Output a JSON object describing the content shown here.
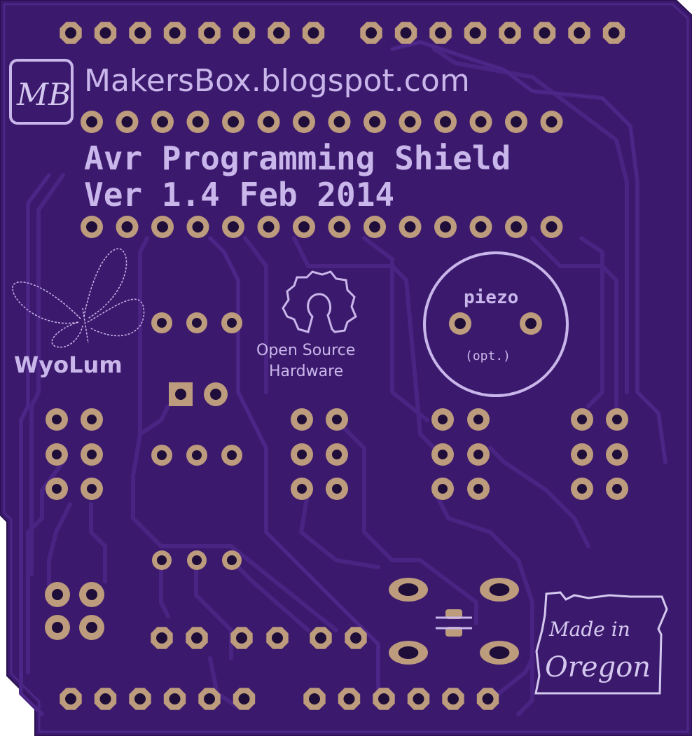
{
  "board": {
    "url_text": "MakersBox.blogspot.com",
    "title_line1": "Avr Programming Shield",
    "title_line2": "Ver 1.4 Feb 2014",
    "logo_letters": "MB",
    "brand_text": "WyoLum",
    "osh_line1": "Open Source",
    "osh_line2": "Hardware",
    "piezo_label": "piezo",
    "piezo_opt": "(opt.)",
    "oregon_line1": "Made in",
    "oregon_line2": "Oregon"
  },
  "colors": {
    "background": "#ffffff",
    "board": "#3b1a6d",
    "trace": "#4a2482",
    "trace_edge": "#5a3494",
    "silkscreen": "#c9b6ea",
    "pad_copper": "#bd9b7d",
    "pad_hole": "#1f0e3a"
  },
  "icons": {
    "mb_logo": "makersbox-logo-icon",
    "butterfly": "butterfly-icon",
    "osh_gear": "open-source-hardware-gear-icon",
    "oregon_outline": "oregon-state-icon"
  }
}
